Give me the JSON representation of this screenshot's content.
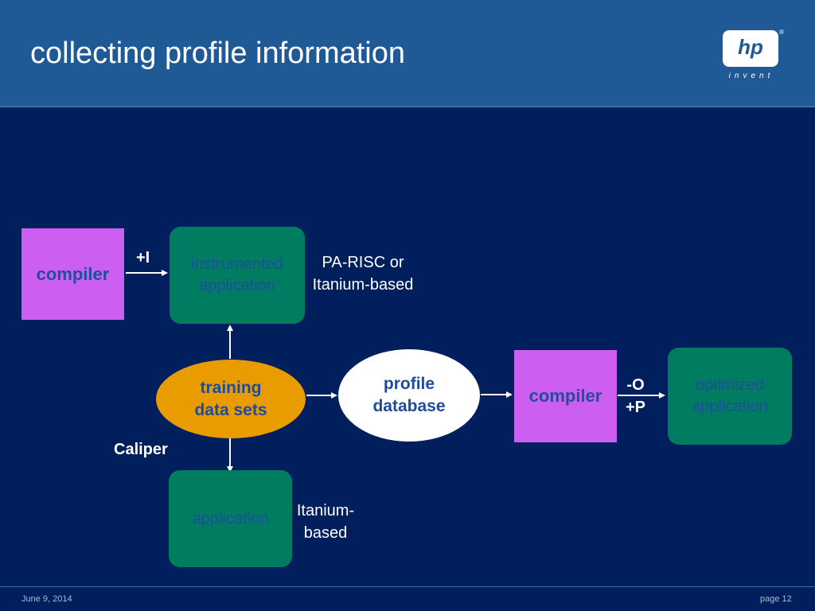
{
  "slide": {
    "title": "collecting profile information",
    "logo": {
      "text": "hp",
      "tagline": "invent",
      "registered": "®"
    }
  },
  "diagram": {
    "compiler_left": "compiler",
    "flag_instrument": "+I",
    "instrumented_app": [
      "instrumented",
      "application"
    ],
    "platform_top": [
      "PA-RISC or",
      "Itanium-based"
    ],
    "training_data": [
      "training",
      "data sets"
    ],
    "profile_db": [
      "profile",
      "database"
    ],
    "compiler_right": "compiler",
    "flag_opt": [
      "-O",
      "+P"
    ],
    "optimized_app": [
      "optimized",
      "application"
    ],
    "caliper": "Caliper",
    "application": "application",
    "platform_bottom": [
      "Itanium-",
      "based"
    ]
  },
  "colors": {
    "background": "#001f5c",
    "header": "#1f5a96",
    "compiler_box": "#cc5ef2",
    "application_box": "#007c60",
    "training_ellipse": "#e99c00",
    "profile_ellipse": "#ffffff"
  },
  "footer": {
    "date": "June 9, 2014",
    "page": "page 12"
  }
}
